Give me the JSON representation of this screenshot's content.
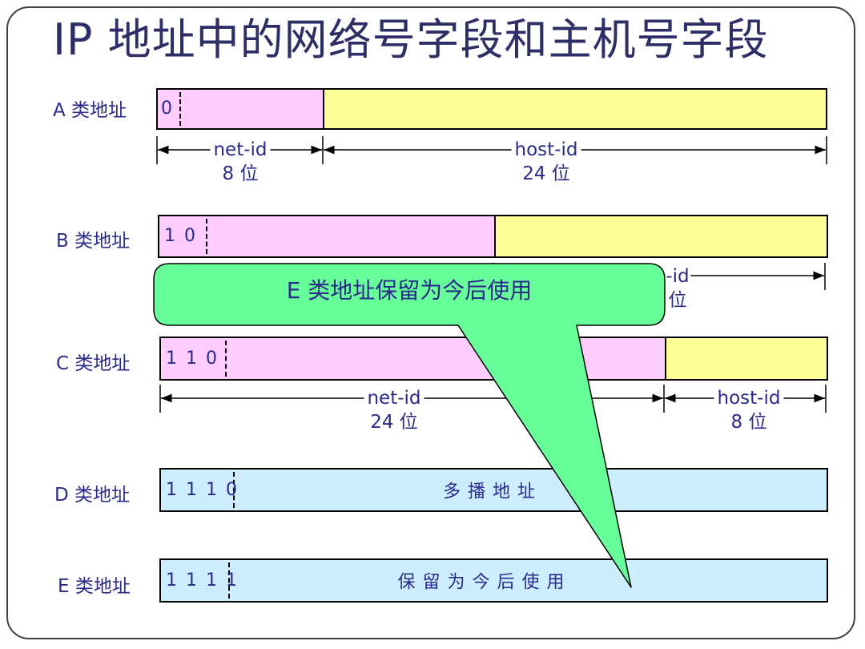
{
  "title": "IP 地址中的网络号字段和主机号字段",
  "rows": [
    {
      "id": "a",
      "label": "A 类地址",
      "prefix": "0",
      "net_label": "net-id",
      "net_bits": "8 位",
      "host_label": "host-id",
      "host_bits": "24 位"
    },
    {
      "id": "b",
      "label": "B 类地址",
      "prefix": "1 0",
      "host_label_fragment": "-id",
      "host_bits_fragment": "位"
    },
    {
      "id": "c",
      "label": "C 类地址",
      "prefix": "1 1 0",
      "net_label": "net-id",
      "net_bits": "24 位",
      "host_label": "host-id",
      "host_bits": "8 位"
    },
    {
      "id": "d",
      "label": "D 类地址",
      "prefix": "1 1 1 0",
      "text": "多播地址"
    },
    {
      "id": "e",
      "label": "E 类地址",
      "prefix": "1 1 1 1",
      "text": "保留为今后使用"
    }
  ],
  "callout": {
    "text": "E 类地址保留为今后使用"
  },
  "colors": {
    "net": "#ffccff",
    "host": "#ffff99",
    "multicast": "#cceeff",
    "callout": "#66ff99",
    "text": "#2a2a8a"
  }
}
